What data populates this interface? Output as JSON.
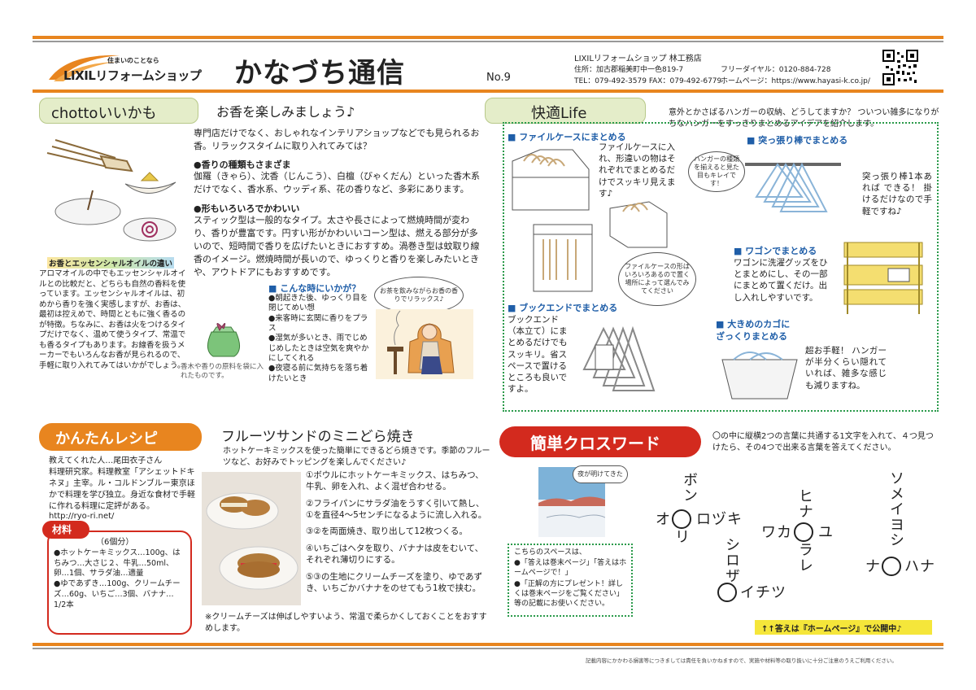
{
  "header": {
    "brand_tagline": "住まいのことなら",
    "brand_name": "LIXILリフォームショップ",
    "title": "かなづち通信",
    "issue": "No.9",
    "shop_name": "LIXILリフォームショップ 林工務店",
    "address": "住所：加古郡稲美町中一色819-7",
    "tel_fax": "TEL：079-492-3579 FAX：079-492-6779",
    "free_dial": "フリーダイヤル：0120-884-728",
    "homepage": "ホームページ：https://www.hayasi-k.co.jp/"
  },
  "chotto": {
    "badge": "chottoいいかも",
    "title": "お香を楽しみましょう♪",
    "intro": "専門店だけでなく、おしゃれなインテリアショップなどでも見られるお香。リラックスタイムに取り入れてみては？",
    "sec1_head": "●香りの種類もさまざま",
    "sec1_body": "伽羅（きゃら）、沈香（じんこう）、白檀（びゃくだん）といった香木系だけでなく、香水系、ウッディ系、花の香りなど、多彩にあります。",
    "sec2_head": "●形もいろいろでかわいい",
    "sec2_body": "スティック型は一般的なタイプ。太さや長さによって燃焼時間が変わり、香りが豊富です。円すい形がかわいいコーン型は、燃える部分が多いので、短時間で香りを広げたいときにおすすめ。渦巻き型は蚊取り線香のイメージ。燃焼時間が長いので、ゆっくりと香りを楽しみたいときや、アウトドアにもおすすめです。",
    "caption_title": "お香とエッセンシャルオイルの違い",
    "caption_body": "アロマオイルの中でもエッセンシャルオイルとの比較だと、どちらも自然の香料を使っています。エッセンシャルオイルは、初めから香りを強く実感しますが、お香は、最初は控えめで、時間とともに強く香るのが特徴。ちなみに、お香は火をつけるタイプだけでなく、温めて使うタイプ、常温でも香るタイプもあります。お線香を扱うメーカーでもいろんなお香が見られるので、手軽に取り入れてみてはいかがでしょう。",
    "bag_caption": "香木や香りの原料を袋に入れたものです。",
    "when_head": "■ こんな時にいかが？",
    "when_items": [
      "●朝起きた後、ゆっくり目を閉じてめい想",
      "●来客時に玄関に香りをプラス",
      "●湿気が多いとき、雨でじめじめしたときは空気を爽やかにしてくれる",
      "●夜寝る前に気持ちを落ち着けたいとき"
    ],
    "tea_bubble": "お茶を飲みながらお香の香りでリラックス♪"
  },
  "kaiteki": {
    "badge": "快適Life",
    "intro": "意外とかさばるハンガーの収納、どうしてますか？ ついつい雑多になりがちなハンガーをすっきりまとめるアイデアを紹介します。",
    "file_head": "■ ファイルケースにまとめる",
    "file_body": "ファイルケースに入れ、形違いの物はそれぞれでまとめるだけでスッキリ見えます♪",
    "file_bubble": "ファイルケースの形はいろいろあるので置く場所によって選んでみてください",
    "rod_head": "■ 突っ張り棒でまとめる",
    "rod_bubble": "ハンガーの種類を揃えると見た目もキレイです！",
    "rod_body": "突っ張り棒1本あれば できる！ 掛けるだけなので手軽ですね♪",
    "wagon_head": "■ ワゴンでまとめる",
    "wagon_body": "ワゴンに洗濯グッズをひとまとめにし、その一部にまとめて置くだけ。出し入れしやすいです。",
    "bookend_head": "■ ブックエンドでまとめる",
    "bookend_body": "ブックエンド（本立て）にまとめるだけでもスッキリ。省スペースで置けるところも良いですよ。",
    "basket_head": "■ 大きめのカゴに",
    "basket_head2": "ざっくりまとめる",
    "basket_body": "超お手軽！ ハンガーが半分くらい隠れていれば、雑多な感じも減りますね。"
  },
  "recipe": {
    "badge": "かんたんレシピ",
    "title": "フルーツサンドのミニどら焼き",
    "intro": "ホットケーキミックスを使った簡単にできるどら焼きです。季節のフルーツなど、お好みでトッピングを楽しんでください♪",
    "chef_line1": "教えてくれた人…尾田衣子さん",
    "chef_body": "料理研究家。料理教室「アシェットドキネヌ」主宰。ル・コルドンブルー東京ほかで料理を学び独立。身近な食材で手軽に作れる料理に定評がある。",
    "chef_url": "http://ryo-ri.net/",
    "materials_label": "材料",
    "servings": "（6個分）",
    "material_items": [
      "●ホットケーキミックス…100g、はちみつ…大さじ２、牛乳…50ml、卵…1個、サラダ油…適量",
      "●ゆであずき…100g、クリームチーズ…60g、いちご…3個、バナナ…1/2本"
    ],
    "steps": [
      "①ボウルにホットケーキミックス、はちみつ、牛乳、卵を入れ、よく混ぜ合わせる。",
      "②フライパンにサラダ油をうすく引いて熱し、①を直径4～5センチになるように流し入れる。",
      "③②を両面焼き、取り出して12枚つくる。",
      "④いちごはヘタを取り、バナナは皮をむいて、それぞれ薄切りにする。",
      "⑤③の生地にクリームチーズを塗り、ゆであずき、いちごかバナナをのせてもう1枚で挟む。"
    ],
    "note": "※クリームチーズは伸ばしやすいよう、常温で柔らかくしておくことをおすすめします。"
  },
  "crossword": {
    "badge": "簡単クロスワード",
    "instruction": "〇の中に縦横2つの言葉に共通する1文字を入れて、４つ見つけたら、その4つで出来る言葉を答えてください。",
    "picture_bubble": "夜が明けてきた",
    "space_note_1": "こちらのスペースは、",
    "space_note_2": "●「答えは巻末ページ」「答えはホームページで！」",
    "space_note_3": "●「正解の方にプレゼント！詳しくは巻末ページをご覧ください」等の記載にお使いください。",
    "puzzle1_top": "ボン",
    "puzzle1_left": "オ",
    "puzzle1_right": "ロヅキ",
    "puzzle1_bottom": "リ",
    "puzzle2_top": "ヒナ",
    "puzzle2_left": "ワカ",
    "puzzle2_right": "ユ",
    "puzzle2_bottom": "ラレ",
    "puzzle3_top": "ソメイヨシ",
    "puzzle3_left": "ナ",
    "puzzle3_right": "ハナ",
    "puzzle4_top": "シロザ",
    "puzzle4_right": "イチツ",
    "answer_note": "↑↑答えは『ホームページ』で公開中♪"
  },
  "footer": {
    "disclaimer": "記載内容にかかわる損害等につきましては責任を負いかねますので、実施や材料等の取り扱いに十分ご注意のうえご利用ください。"
  },
  "colors": {
    "orange": "#e8851f",
    "green_badge": "#e4edc9",
    "red_badge": "#d32a1e",
    "blue_head": "#1f5ea8"
  }
}
